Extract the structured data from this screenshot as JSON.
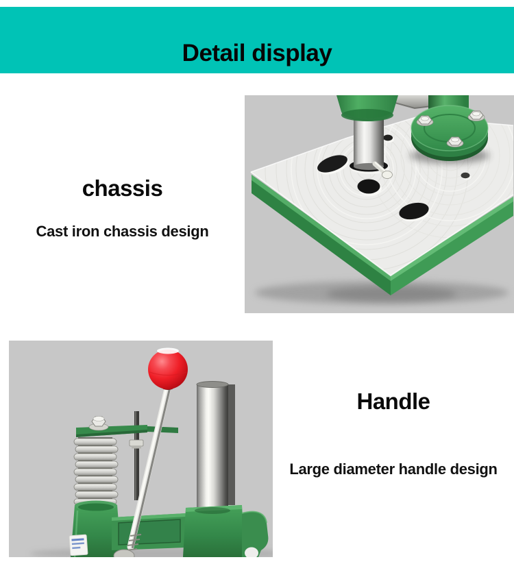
{
  "banner": {
    "title": "Detail display",
    "background": "#00c3b6"
  },
  "sections": [
    {
      "heading": "chassis",
      "description": "Cast iron chassis design",
      "image": "chassis-photo"
    },
    {
      "heading": "Handle",
      "description": "Large diameter handle design",
      "image": "handle-photo"
    }
  ],
  "colors": {
    "banner_teal": "#00c3b6",
    "photo_background": "#c7c7c7",
    "machine_green": "#3f9b55",
    "handle_ball_red": "#ef2027",
    "text": "#0a0a0a",
    "page_background": "#ffffff"
  }
}
